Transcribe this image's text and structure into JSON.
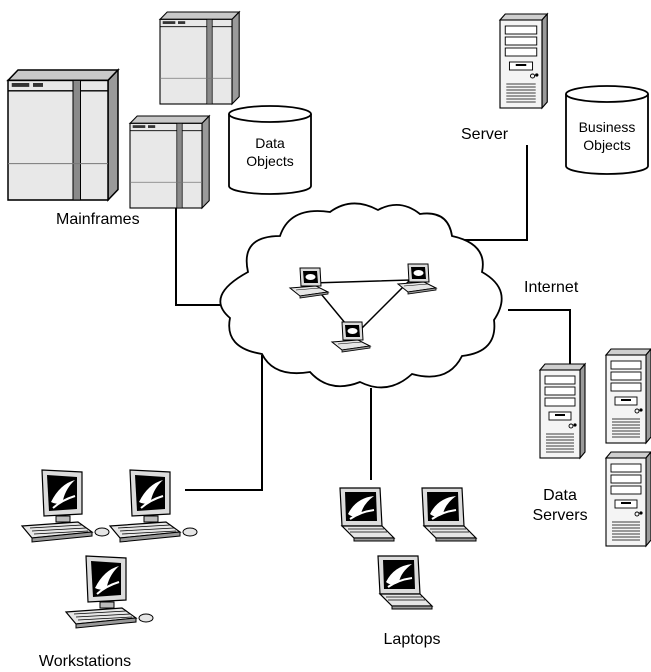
{
  "labels": {
    "mainframes": "Mainframes",
    "data_objects_line1": "Data",
    "data_objects_line2": "Objects",
    "server": "Server",
    "business_objects_line1": "Business",
    "business_objects_line2": "Objects",
    "internet": "Internet",
    "data_servers_line1": "Data",
    "data_servers_line2": "Servers",
    "workstations": "Workstations",
    "laptops": "Laptops"
  }
}
